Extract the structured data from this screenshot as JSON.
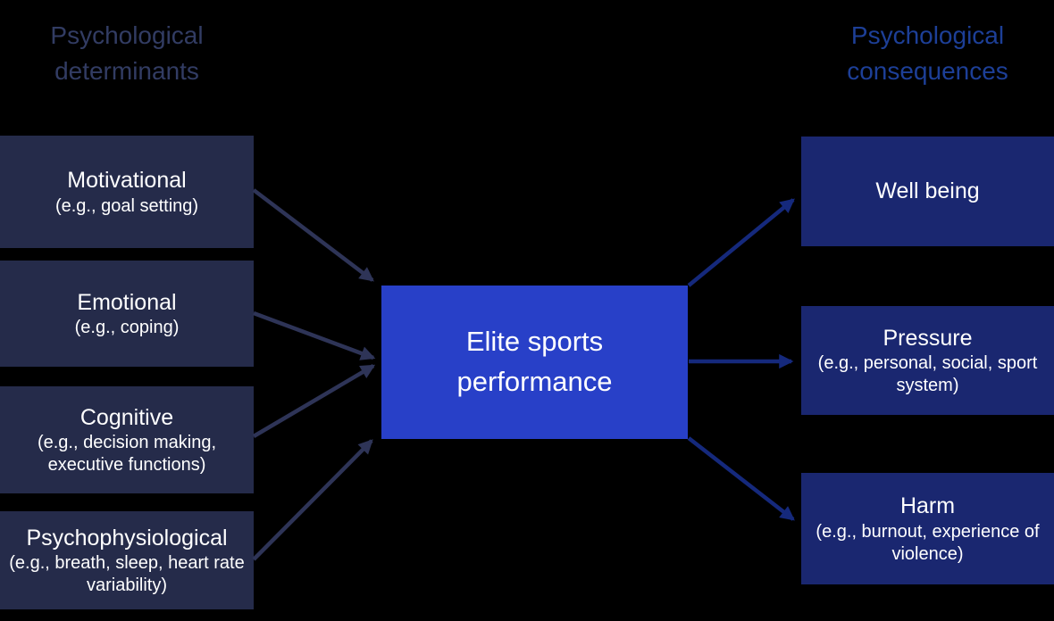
{
  "headers": {
    "left": {
      "text": "Psychological determinants"
    },
    "right": {
      "text": "Psychological consequences"
    }
  },
  "determinants": [
    {
      "title": "Motivational",
      "subtitle": "(e.g., goal setting)"
    },
    {
      "title": "Emotional",
      "subtitle": "(e.g., coping)"
    },
    {
      "title": "Cognitive",
      "subtitle": "(e.g., decision making, executive functions)"
    },
    {
      "title": "Psychophysiological",
      "subtitle": "(e.g., breath, sleep, heart rate variability)"
    }
  ],
  "center": {
    "title": "Elite sports performance"
  },
  "consequences": [
    {
      "title": "Well being",
      "subtitle": ""
    },
    {
      "title": "Pressure",
      "subtitle": "(e.g., personal, social, sport system)"
    },
    {
      "title": "Harm",
      "subtitle": "(e.g., burnout, experience of violence)"
    }
  ],
  "edges": [
    {
      "from": "Motivational",
      "to": "Elite sports performance"
    },
    {
      "from": "Emotional",
      "to": "Elite sports performance"
    },
    {
      "from": "Cognitive",
      "to": "Elite sports performance"
    },
    {
      "from": "Psychophysiological",
      "to": "Elite sports performance"
    },
    {
      "from": "Elite sports performance",
      "to": "Well being"
    },
    {
      "from": "Elite sports performance",
      "to": "Pressure"
    },
    {
      "from": "Elite sports performance",
      "to": "Harm"
    }
  ],
  "colors": {
    "background": "#000000",
    "header_left": "#323c63",
    "header_right": "#1d3f97",
    "box_left_fill": "#252b4a",
    "box_center_fill": "#2840c8",
    "box_right_fill": "#1a2770",
    "box_text": "#ffffff",
    "arrow_left": "#2e3457",
    "arrow_right": "#15297c"
  }
}
